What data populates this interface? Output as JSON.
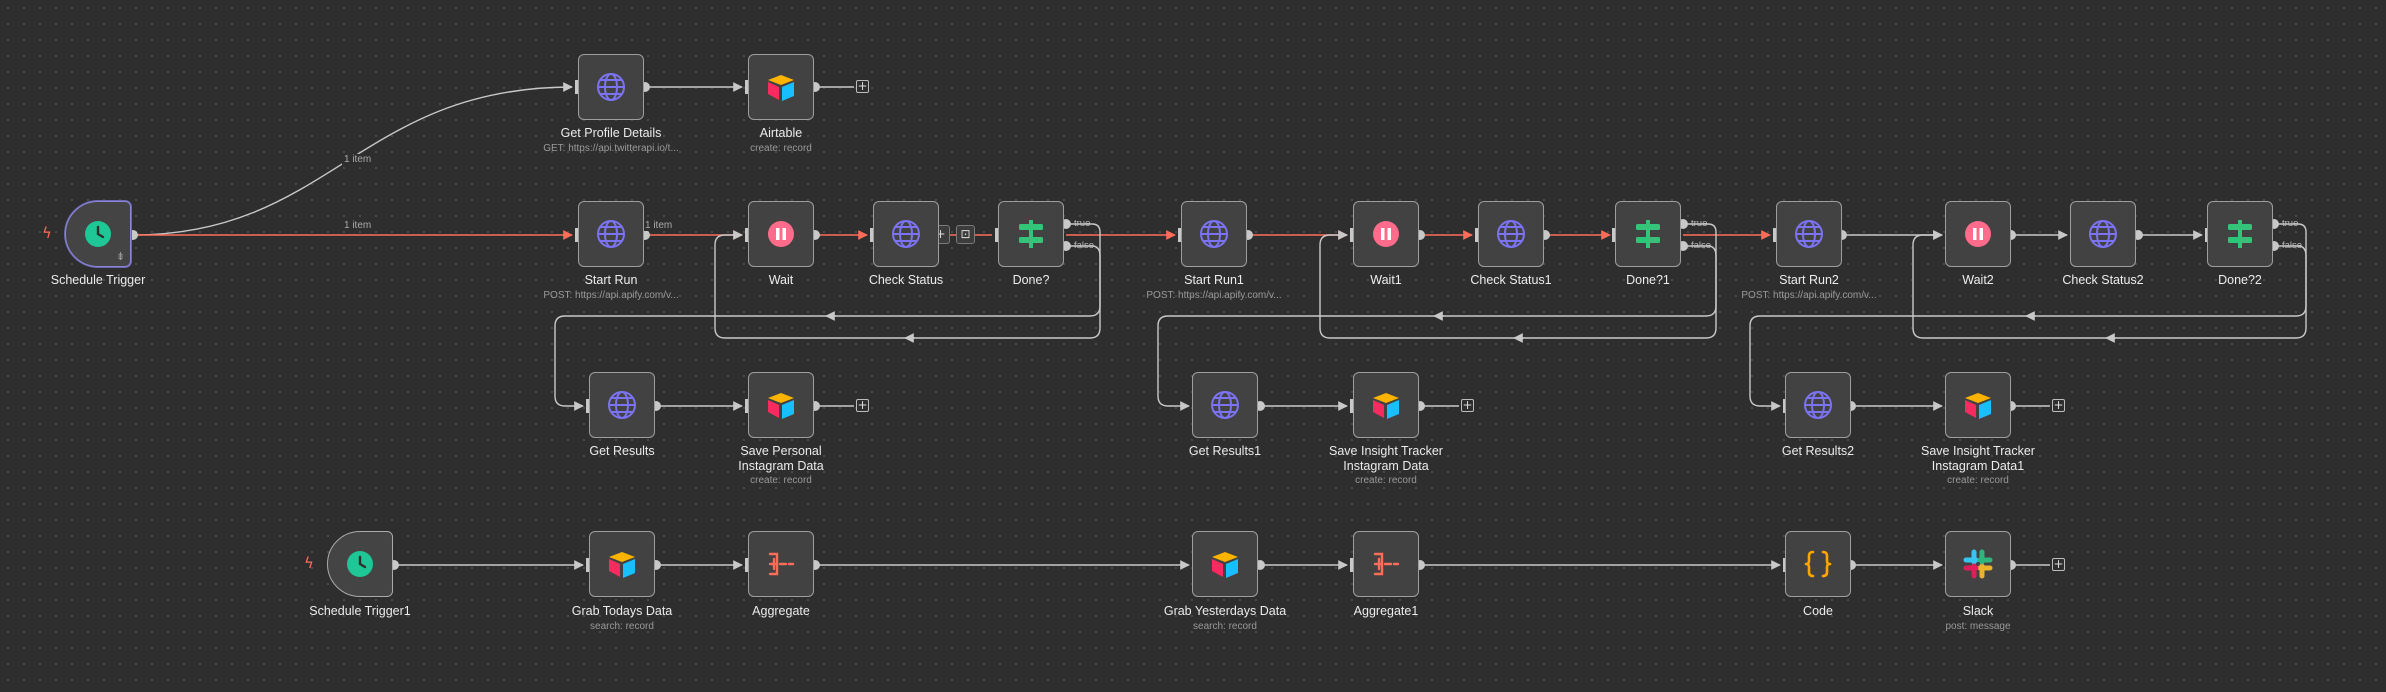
{
  "colors": {
    "background": "#2e2e2e",
    "node_fill": "#424242",
    "node_border": "#9e9e9e",
    "edge": "#c8c8c8",
    "edge_active": "#ff6d5a",
    "globe": "#7b73f2",
    "wait": "#ff6b8a",
    "if": "#33c47a",
    "clock": "#1ec795",
    "aggregate": "#ff6d5a",
    "code": "#ffa500"
  },
  "nodes": [
    {
      "id": "get-profile",
      "name": "Get Profile Details",
      "subtitle": "GET: https://api.twitterapi.io/t...",
      "icon": "globe-icon"
    },
    {
      "id": "airtable",
      "name": "Airtable",
      "subtitle": "create: record",
      "icon": "airtable-icon"
    },
    {
      "id": "schedule",
      "name": "Schedule Trigger",
      "subtitle": "",
      "icon": "clock-icon"
    },
    {
      "id": "start-run",
      "name": "Start Run",
      "subtitle": "POST: https://api.apify.com/v...",
      "icon": "globe-icon"
    },
    {
      "id": "wait",
      "name": "Wait",
      "subtitle": "",
      "icon": "pause-icon"
    },
    {
      "id": "check-status",
      "name": "Check Status",
      "subtitle": "",
      "icon": "globe-icon"
    },
    {
      "id": "done",
      "name": "Done?",
      "subtitle": "",
      "icon": "if-icon"
    },
    {
      "id": "start-run1",
      "name": "Start Run1",
      "subtitle": "POST: https://api.apify.com/v...",
      "icon": "globe-icon"
    },
    {
      "id": "wait1",
      "name": "Wait1",
      "subtitle": "",
      "icon": "pause-icon"
    },
    {
      "id": "check-status1",
      "name": "Check Status1",
      "subtitle": "",
      "icon": "globe-icon"
    },
    {
      "id": "done1",
      "name": "Done?1",
      "subtitle": "",
      "icon": "if-icon"
    },
    {
      "id": "start-run2",
      "name": "Start Run2",
      "subtitle": "POST: https://api.apify.com/v...",
      "icon": "globe-icon"
    },
    {
      "id": "wait2",
      "name": "Wait2",
      "subtitle": "",
      "icon": "pause-icon"
    },
    {
      "id": "check-status2",
      "name": "Check Status2",
      "subtitle": "",
      "icon": "globe-icon"
    },
    {
      "id": "done2",
      "name": "Done?2",
      "subtitle": "",
      "icon": "if-icon"
    },
    {
      "id": "get-results",
      "name": "Get Results",
      "subtitle": "",
      "icon": "globe-icon"
    },
    {
      "id": "save-personal",
      "name": "Save Personal Instagram Data",
      "subtitle": "create: record",
      "icon": "airtable-icon"
    },
    {
      "id": "get-results1",
      "name": "Get Results1",
      "subtitle": "",
      "icon": "globe-icon"
    },
    {
      "id": "save-insight",
      "name": "Save Insight Tracker Instagram Data",
      "subtitle": "create: record",
      "icon": "airtable-icon"
    },
    {
      "id": "get-results2",
      "name": "Get Results2",
      "subtitle": "",
      "icon": "globe-icon"
    },
    {
      "id": "save-insight1",
      "name": "Save Insight Tracker Instagram Data1",
      "subtitle": "create: record",
      "icon": "airtable-icon"
    },
    {
      "id": "schedule1",
      "name": "Schedule Trigger1",
      "subtitle": "",
      "icon": "clock-icon"
    },
    {
      "id": "grab-today",
      "name": "Grab Todays Data",
      "subtitle": "search: record",
      "icon": "airtable-icon"
    },
    {
      "id": "aggregate",
      "name": "Aggregate",
      "subtitle": "",
      "icon": "aggregate-icon"
    },
    {
      "id": "grab-yesterday",
      "name": "Grab Yesterdays Data",
      "subtitle": "search: record",
      "icon": "airtable-icon"
    },
    {
      "id": "aggregate1",
      "name": "Aggregate1",
      "subtitle": "",
      "icon": "aggregate-icon"
    },
    {
      "id": "code",
      "name": "Code",
      "subtitle": "",
      "icon": "code-icon"
    },
    {
      "id": "slack",
      "name": "Slack",
      "subtitle": "post: message",
      "icon": "slack-icon"
    }
  ],
  "edge_labels": {
    "one_item": "1 item"
  },
  "branches": {
    "true": "true",
    "false": "false"
  },
  "toolbar": {
    "add": "+",
    "sticky": "⊡"
  },
  "add_button": "+"
}
